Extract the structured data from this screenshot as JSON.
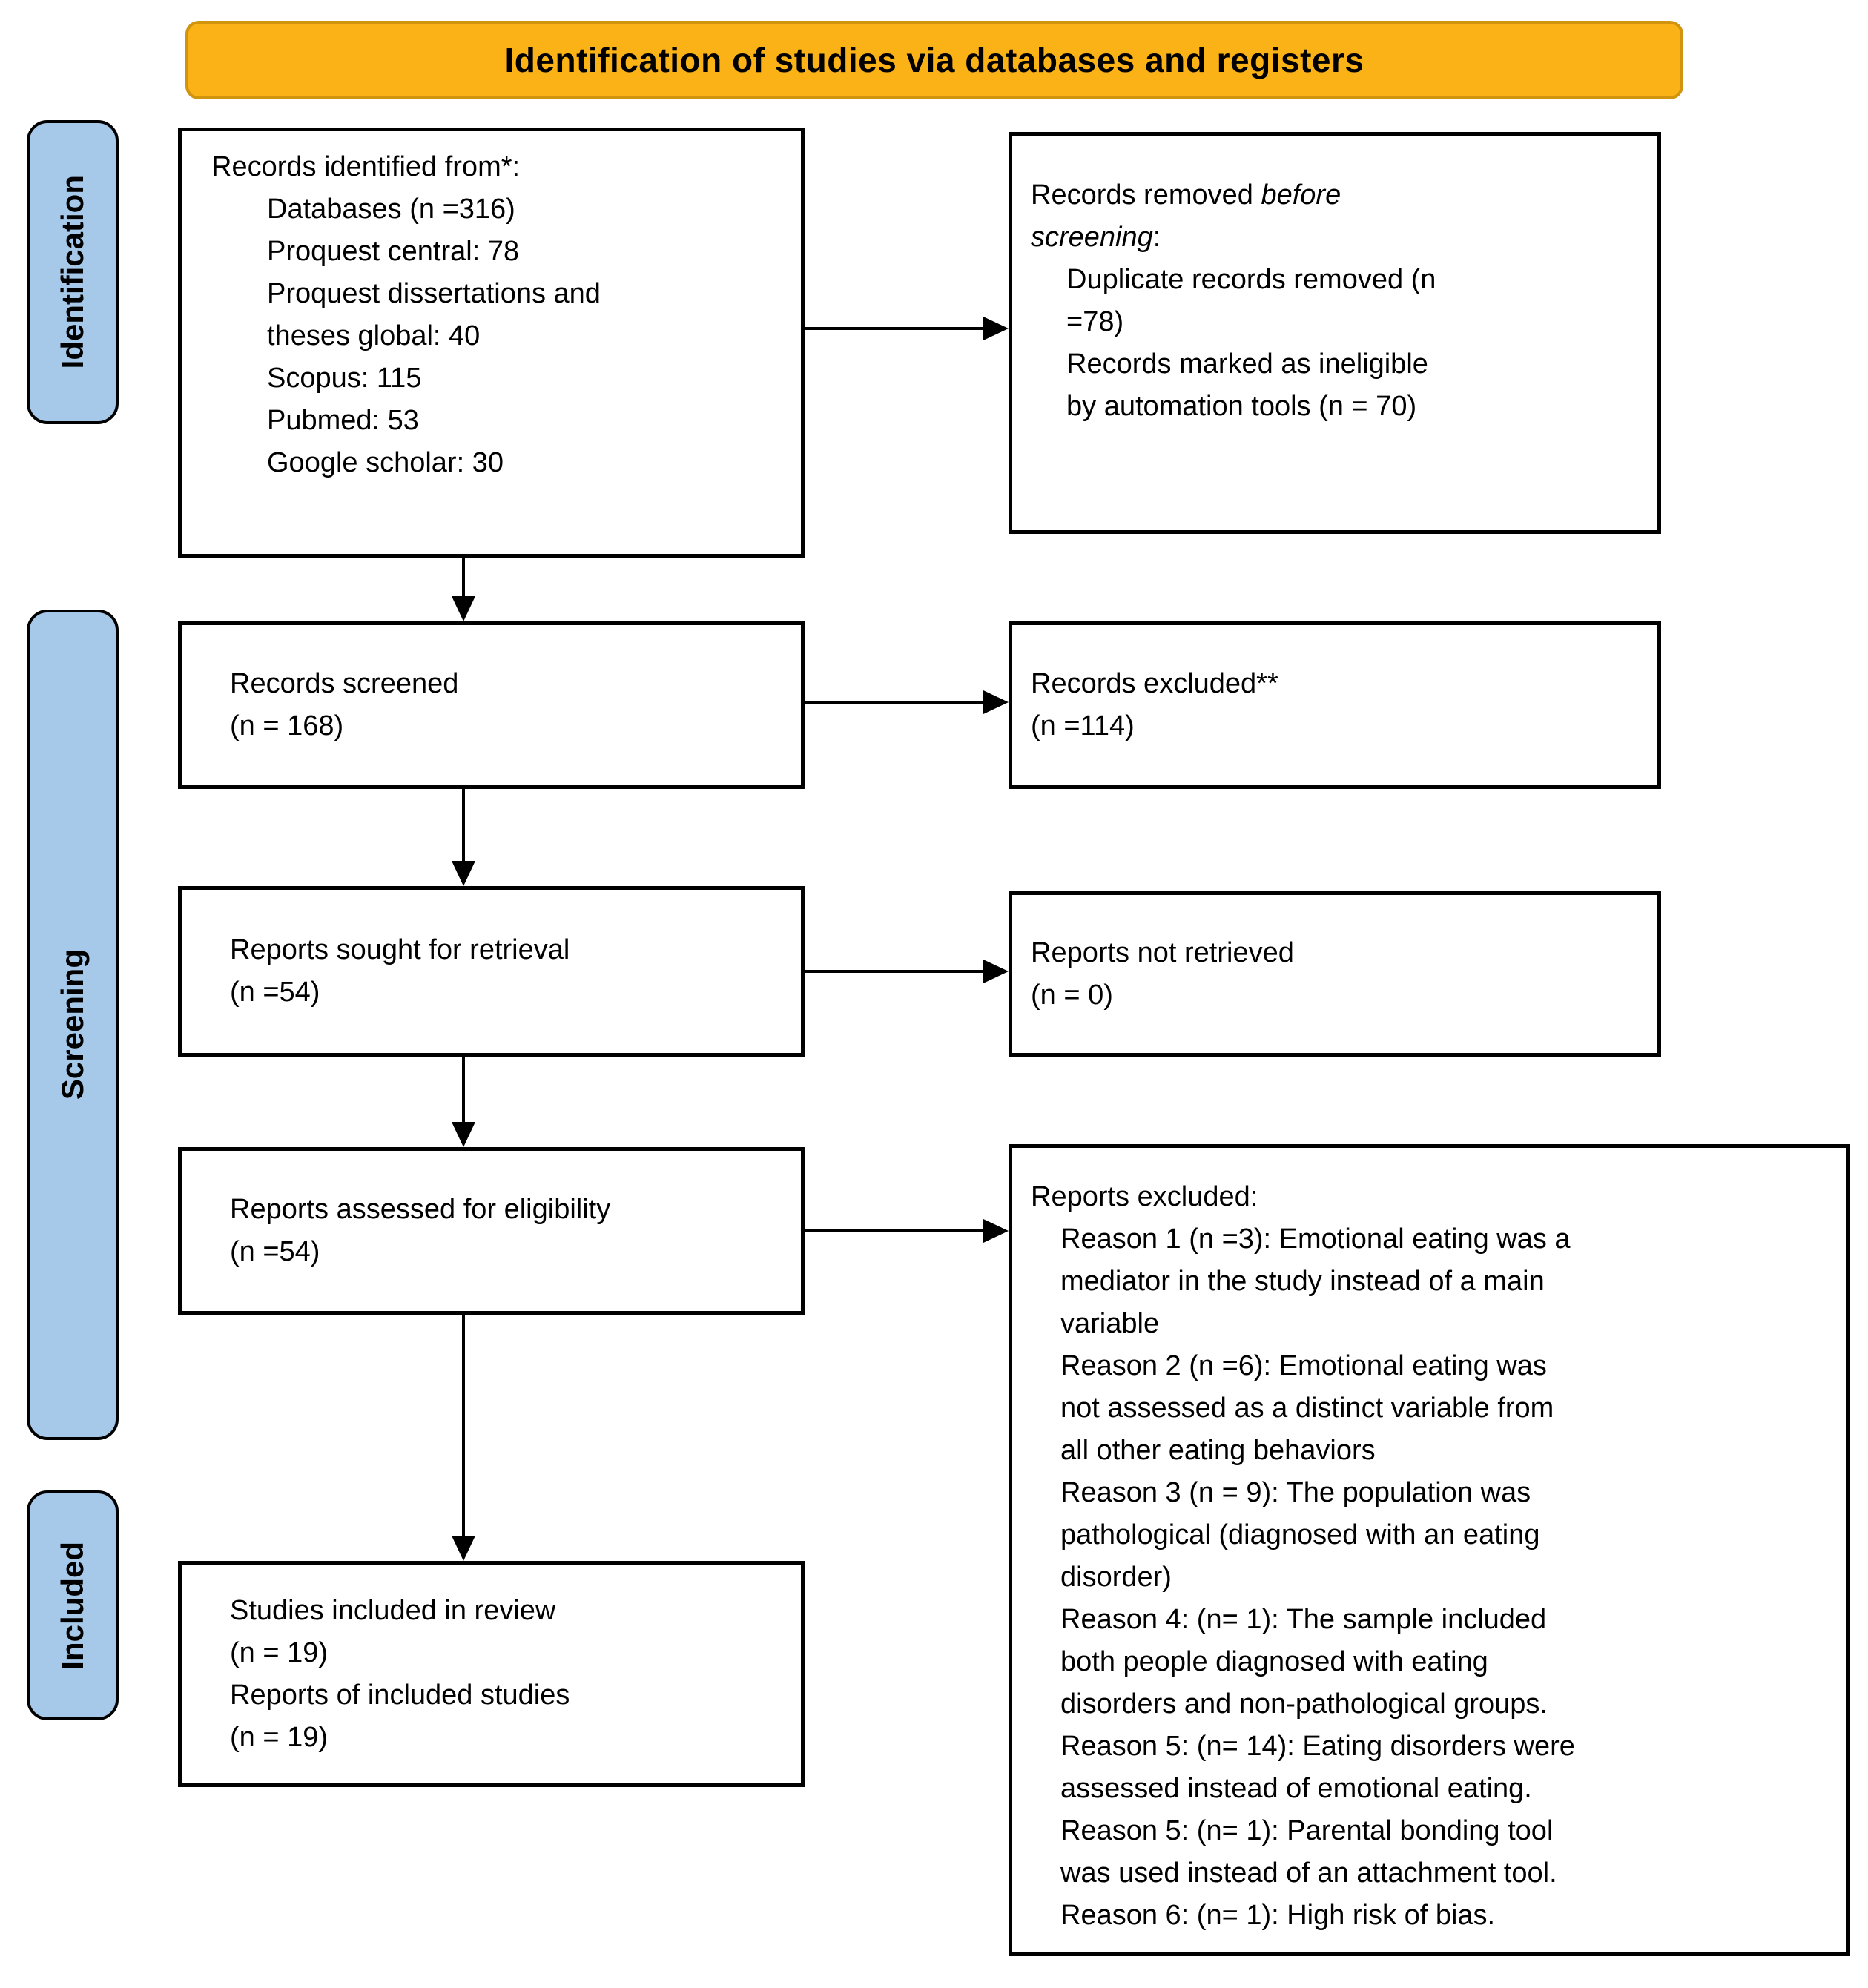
{
  "banner": {
    "label": "Identification of studies via databases and registers"
  },
  "palette": {
    "banner_fill": "#FAB216",
    "banner_border": "#D0940F",
    "stage_fill": "#A6C9EA",
    "stage_border": "#000000",
    "box_bg": "#FFFFFF",
    "box_border": "#000000",
    "arrow_color": "#000000"
  },
  "stages": [
    {
      "label": "Identification"
    },
    {
      "label": "Screening"
    },
    {
      "label": "Included"
    }
  ],
  "boxes": {
    "records_identified": {
      "lines": [
        {
          "indent": 0,
          "text": "Records identified from*:"
        },
        {
          "indent": 1,
          "text": "Databases (n =316)"
        },
        {
          "indent": 1,
          "text": "Proquest central: 78"
        },
        {
          "indent": 1,
          "text": "Proquest dissertations and"
        },
        {
          "indent": 1,
          "text": "theses global: 40"
        },
        {
          "indent": 1,
          "text": "Scopus: 115"
        },
        {
          "indent": 1,
          "text": "Pubmed: 53"
        },
        {
          "indent": 1,
          "text": "Google scholar: 30"
        }
      ]
    },
    "records_removed": {
      "lines": [
        {
          "indent": 0,
          "parts": [
            {
              "text": "Records removed "
            },
            {
              "text": "before",
              "italic": true
            }
          ]
        },
        {
          "indent": 0,
          "parts": [
            {
              "text": "screening",
              "italic": true
            },
            {
              "text": ":"
            }
          ]
        },
        {
          "indent": 1,
          "text": "Duplicate records removed (n"
        },
        {
          "indent": 1,
          "text": "=78)"
        },
        {
          "indent": 1,
          "text": "Records marked as ineligible"
        },
        {
          "indent": 1,
          "text": "by automation tools (n = 70)"
        }
      ]
    },
    "records_screened": {
      "lines": [
        {
          "indent": 0,
          "text": "Records screened"
        },
        {
          "indent": 0,
          "text": "(n = 168)"
        }
      ]
    },
    "records_excluded": {
      "lines": [
        {
          "indent": 0,
          "text": "Records excluded**"
        },
        {
          "indent": 0,
          "text": "(n =114)"
        }
      ]
    },
    "reports_sought": {
      "lines": [
        {
          "indent": 0,
          "text": "Reports sought for retrieval"
        },
        {
          "indent": 0,
          "text": "(n =54)"
        }
      ]
    },
    "reports_not_retrieved": {
      "lines": [
        {
          "indent": 0,
          "text": "Reports not retrieved"
        },
        {
          "indent": 0,
          "text": "(n = 0)"
        }
      ]
    },
    "reports_assessed": {
      "lines": [
        {
          "indent": 0,
          "text": "Reports assessed for eligibility"
        },
        {
          "indent": 0,
          "text": "(n =54)"
        }
      ]
    },
    "reports_excluded": {
      "lines": [
        {
          "indent": 0,
          "text": "Reports excluded:"
        },
        {
          "indent": 1,
          "text": "Reason 1 (n =3): Emotional eating was a"
        },
        {
          "indent": 1,
          "text": "mediator in the study instead of a main"
        },
        {
          "indent": 1,
          "text": "variable"
        },
        {
          "indent": 1,
          "text": "Reason 2 (n =6): Emotional eating was"
        },
        {
          "indent": 1,
          "text": "not assessed as a distinct variable from"
        },
        {
          "indent": 1,
          "text": "all other eating behaviors"
        },
        {
          "indent": 1,
          "text": "Reason 3 (n = 9): The population was"
        },
        {
          "indent": 1,
          "text": "pathological (diagnosed with an eating"
        },
        {
          "indent": 1,
          "text": "disorder)"
        },
        {
          "indent": 1,
          "text": "Reason 4: (n= 1): The sample included"
        },
        {
          "indent": 1,
          "text": "both people diagnosed with eating"
        },
        {
          "indent": 1,
          "text": "disorders and non-pathological groups."
        },
        {
          "indent": 1,
          "text": "Reason 5: (n= 14): Eating disorders were"
        },
        {
          "indent": 1,
          "text": "assessed instead of emotional eating."
        },
        {
          "indent": 1,
          "text": "Reason 5: (n= 1): Parental bonding tool"
        },
        {
          "indent": 1,
          "text": "was used instead of an attachment tool."
        },
        {
          "indent": 1,
          "text": "Reason 6: (n= 1): High risk of bias."
        }
      ]
    },
    "studies_included": {
      "lines": [
        {
          "indent": 0,
          "text": "Studies included in review"
        },
        {
          "indent": 0,
          "text": "(n = 19)"
        },
        {
          "indent": 0,
          "text": "Reports of included studies"
        },
        {
          "indent": 0,
          "text": "(n = 19)"
        }
      ]
    }
  }
}
